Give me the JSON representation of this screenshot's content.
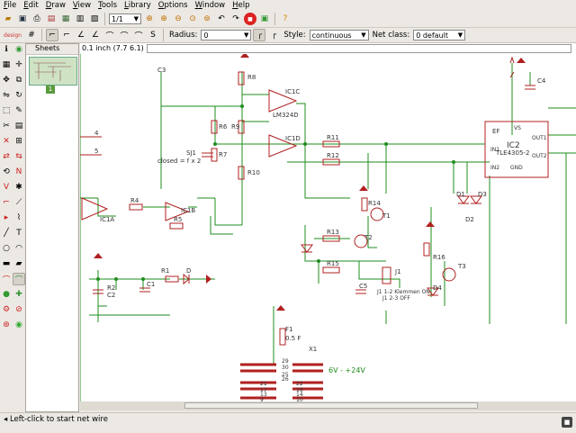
{
  "menu": [
    "File",
    "Edit",
    "Draw",
    "View",
    "Tools",
    "Library",
    "Options",
    "Window",
    "Help"
  ],
  "toolbar": {
    "sheet_select": "1/1"
  },
  "props": {
    "radius_label": "Radius:",
    "radius_value": "0",
    "style_label": "Style:",
    "style_value": "continuous",
    "netclass_label": "Net class:",
    "netclass_value": "0 default"
  },
  "sheets": {
    "title": "Sheets",
    "page_number": "1"
  },
  "coords": "0.1 inch (7.7 6.1)",
  "status": {
    "hint": "Left-click to start net wire"
  },
  "schematic": {
    "parts": [
      "C3",
      "R8",
      "IC1C",
      "LM324D",
      "R6",
      "R9",
      "R7",
      "SJ1",
      "closed = f x 2",
      "R10",
      "IC1D",
      "R11",
      "R12",
      "IC2",
      "TLE4305-2",
      "EF",
      "OUT1",
      "OUT2",
      "IN1",
      "IN2",
      "GND",
      "VS",
      "C4",
      "R14",
      "T1",
      "R13",
      "T2",
      "R15",
      "R16",
      "T3",
      "D1",
      "D2",
      "D3",
      "R5",
      "IC1B",
      "IC1A",
      "R4",
      "R1",
      "D",
      "R2",
      "C2",
      "C1",
      "C5",
      "J1",
      "J1 1-2 Klemmen ON",
      "J1 2-3 OFF",
      "D4",
      "F1",
      "0.5 F",
      "6V - +24V",
      "X1"
    ],
    "pins": [
      "29",
      "30",
      "25",
      "26",
      "21",
      "22",
      "17",
      "18",
      "13",
      "14",
      "9",
      "10"
    ],
    "connector_pins_left": [
      "4",
      "5"
    ]
  }
}
